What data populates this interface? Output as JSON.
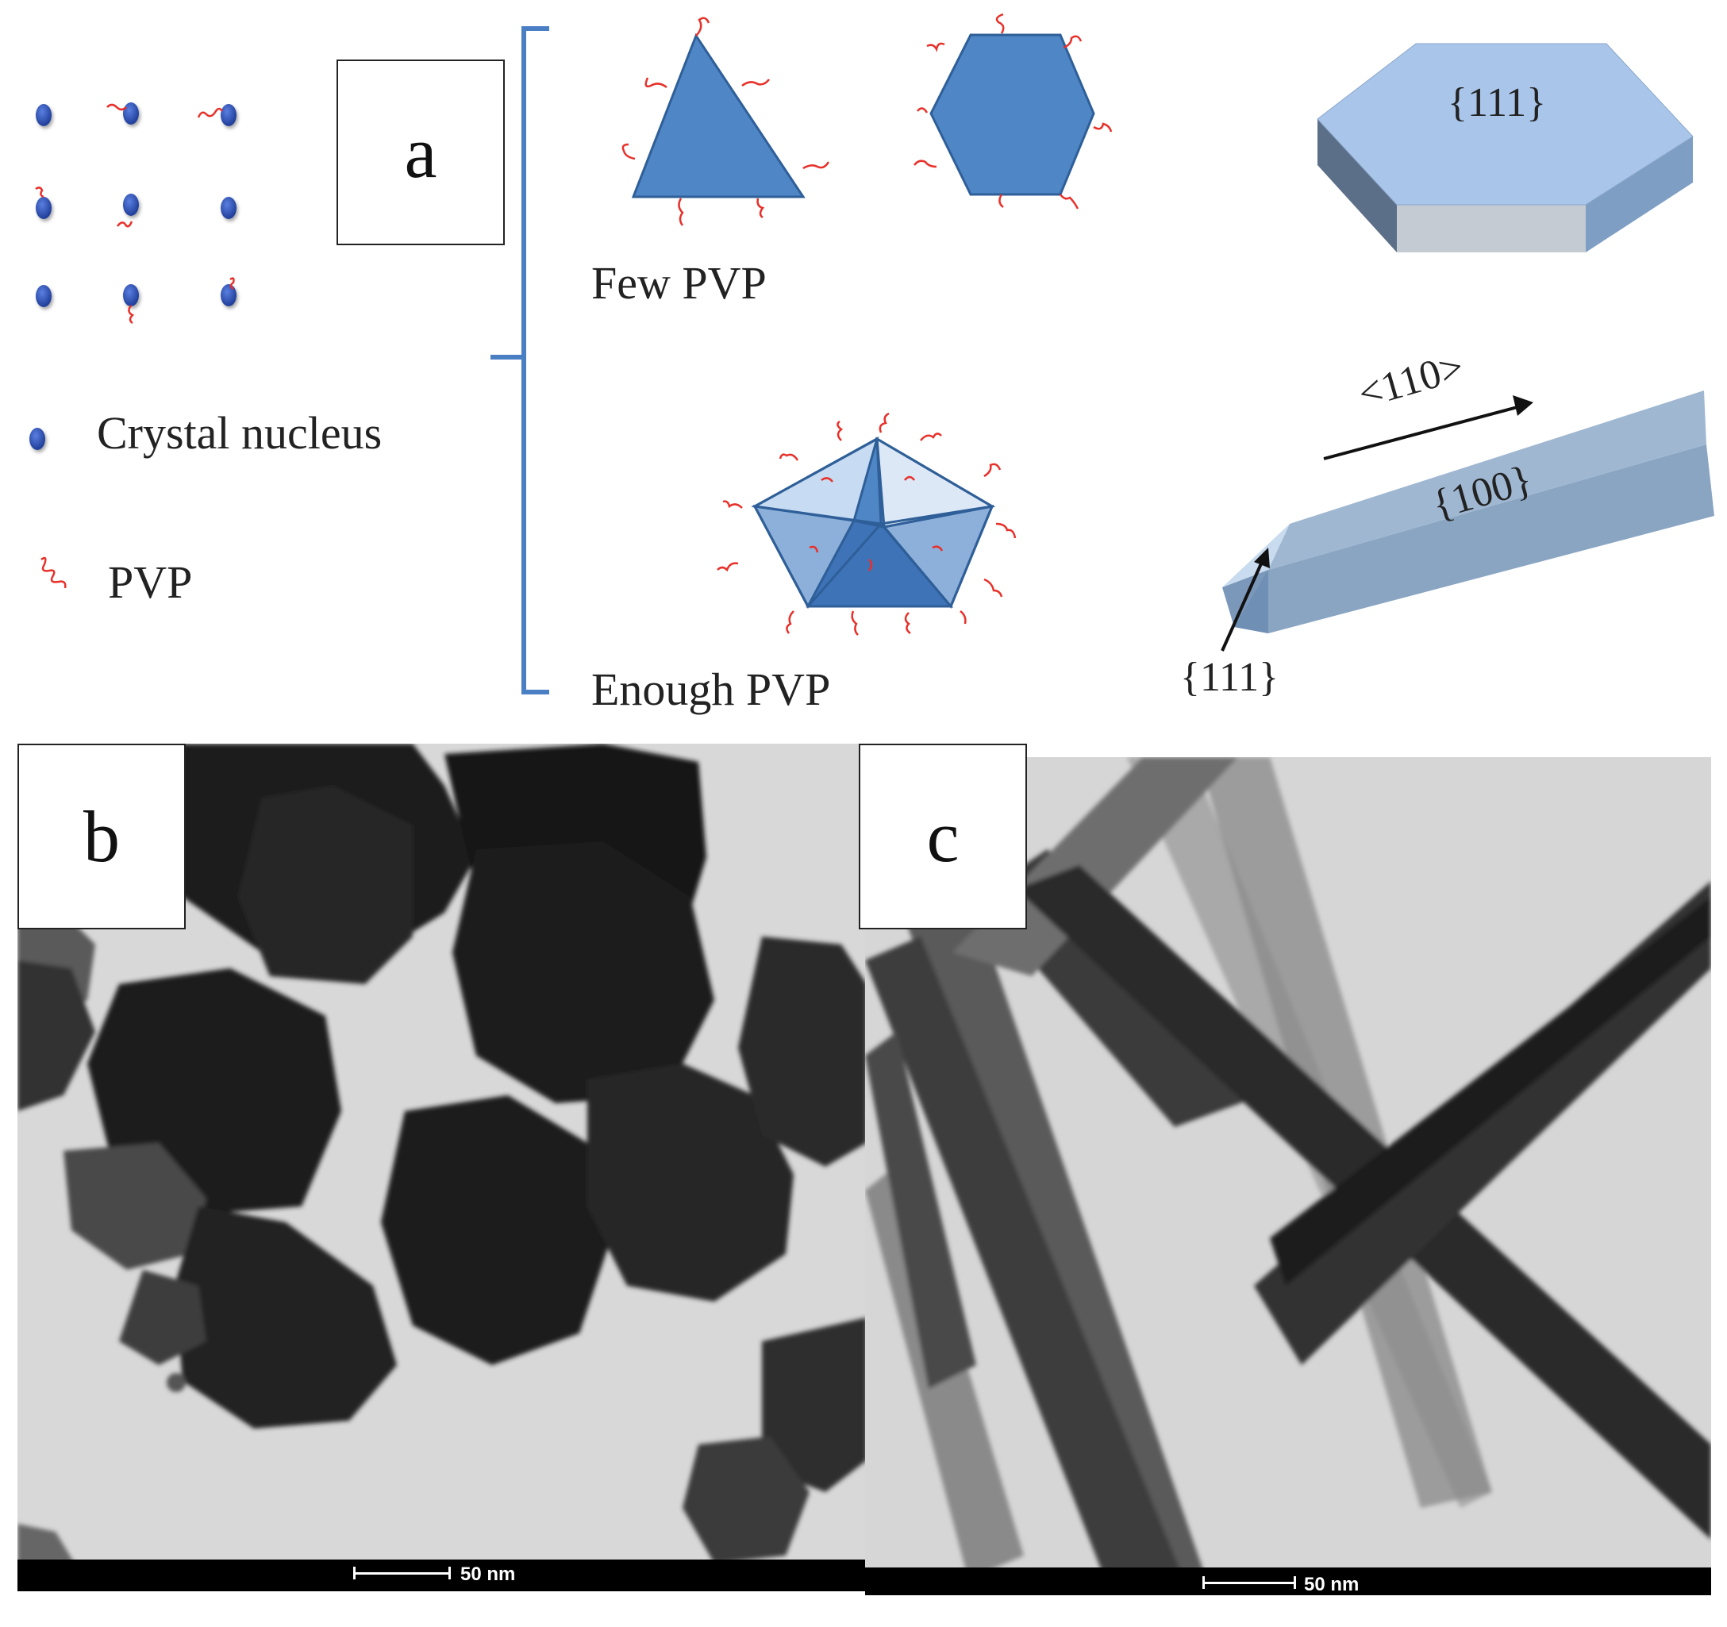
{
  "panels": {
    "a": {
      "label": "a",
      "legend_nucleus": "Crystal nucleus",
      "legend_pvp": "PVP",
      "few_pvp": "Few PVP",
      "enough_pvp": "Enough PVP",
      "plate_facet": "{111}",
      "rod_direction": "<110>",
      "rod_side_facet": "{100}",
      "rod_end_facet": "{111}"
    },
    "b": {
      "label": "b",
      "scale_text": "50 nm"
    },
    "c": {
      "label": "c",
      "scale_text": "50 nm"
    }
  },
  "colors": {
    "nucleus": "#2b4fb3",
    "pvp": "#e8302a",
    "shape_fill": "#4f86c6",
    "shape_stroke": "#2f5f98",
    "plate_top": "#a9c6ea",
    "plate_side": "#c4cbd3",
    "rod_body": "#8ea9c5",
    "bracket": "#4a7fc4"
  }
}
